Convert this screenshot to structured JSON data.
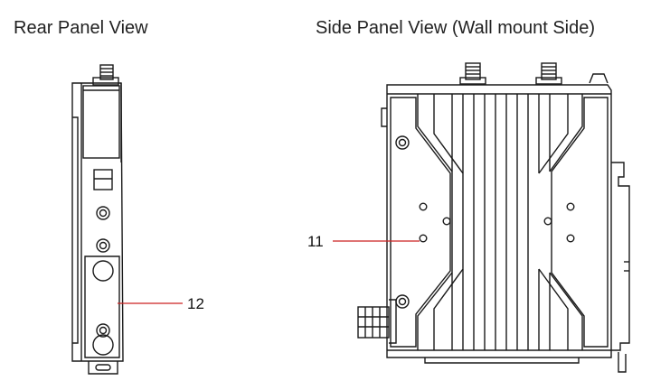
{
  "titles": {
    "rear": "Rear Panel View",
    "side": "Side Panel View (Wall mount Side)"
  },
  "callouts": [
    {
      "id": "11",
      "label": "11",
      "target": "side-panel-mounting-holes"
    },
    {
      "id": "12",
      "label": "12",
      "target": "rear-panel-din-rail-clip"
    }
  ],
  "colors": {
    "line": "#1a1a1a",
    "leader": "#cc2222",
    "fill": "#ffffff"
  }
}
